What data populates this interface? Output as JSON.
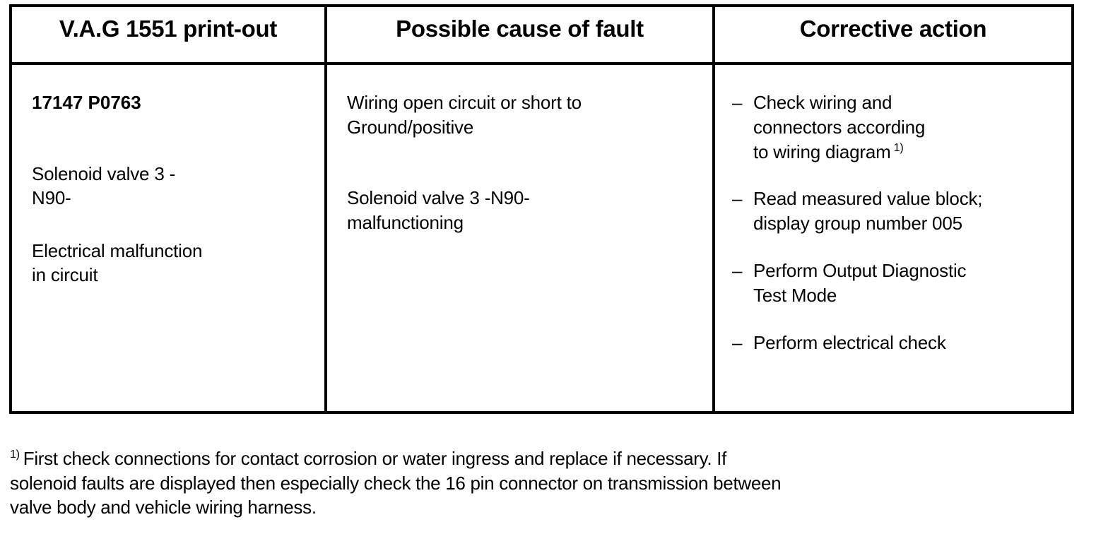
{
  "table": {
    "headers": [
      "V.A.G 1551 print-out",
      "Possible cause of fault",
      "Corrective action"
    ],
    "rows": [
      {
        "printout": {
          "code": "17147 P0763",
          "component_line1": "Solenoid valve 3 -",
          "component_line2": "N90-",
          "fault_line1": "Electrical malfunction",
          "fault_line2": "in circuit"
        },
        "cause": {
          "block1_line1": "Wiring open circuit or short to",
          "block1_line2": "Ground/positive",
          "block2_line1": "Solenoid valve 3 -N90-",
          "block2_line2": "malfunctioning"
        },
        "corrective_actions": [
          {
            "dash": "–",
            "line1": "Check wiring and",
            "line2": "connectors according",
            "line3": "to wiring diagram",
            "footnote_marker": "1)"
          },
          {
            "dash": "–",
            "line1": "Read measured value block;",
            "line2": "display group number 005",
            "line3": "",
            "footnote_marker": ""
          },
          {
            "dash": "–",
            "line1": "Perform Output Diagnostic",
            "line2": "Test Mode",
            "line3": "",
            "footnote_marker": ""
          },
          {
            "dash": "–",
            "line1": "Perform electrical check",
            "line2": "",
            "line3": "",
            "footnote_marker": ""
          }
        ]
      }
    ]
  },
  "footnote": {
    "marker": "1)",
    "line1": "First check connections for contact corrosion or water ingress and replace if necessary. If",
    "line2": "solenoid faults are displayed then especially check the 16 pin connector on transmission between",
    "line3": "valve body and vehicle wiring harness."
  },
  "colors": {
    "border": "#000000",
    "text": "#000000",
    "background": "#ffffff"
  }
}
